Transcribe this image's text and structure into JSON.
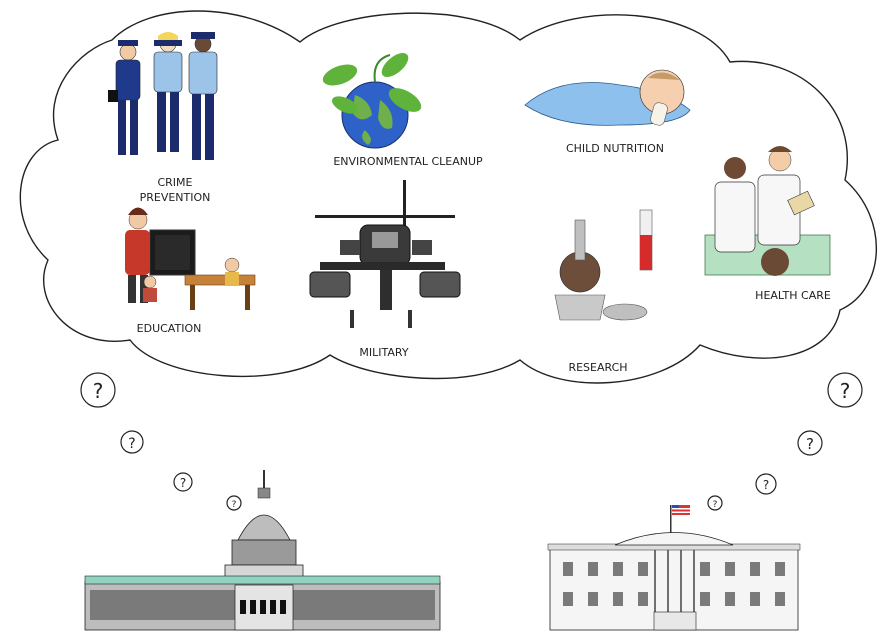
{
  "thought_cloud": {
    "labels": {
      "crime_line1": "CRIME",
      "crime_line2": "PREVENTION",
      "environment": "ENVIRONMENTAL CLEANUP",
      "child": "CHILD NUTRITION",
      "education": "EDUCATION",
      "military": "MILITARY",
      "research": "RESEARCH",
      "health": "HEALTH CARE"
    }
  },
  "thought_bubbles": {
    "symbol": "?"
  },
  "buildings": [
    "capitol",
    "white-house"
  ],
  "icons": [
    "police-officers-icon",
    "globe-plant-icon",
    "sleeping-baby-icon",
    "doctors-patient-icon",
    "teacher-students-icon",
    "helicopter-icon",
    "lab-flasks-icon",
    "capitol-building-icon",
    "white-house-icon",
    "us-flag-icon"
  ]
}
